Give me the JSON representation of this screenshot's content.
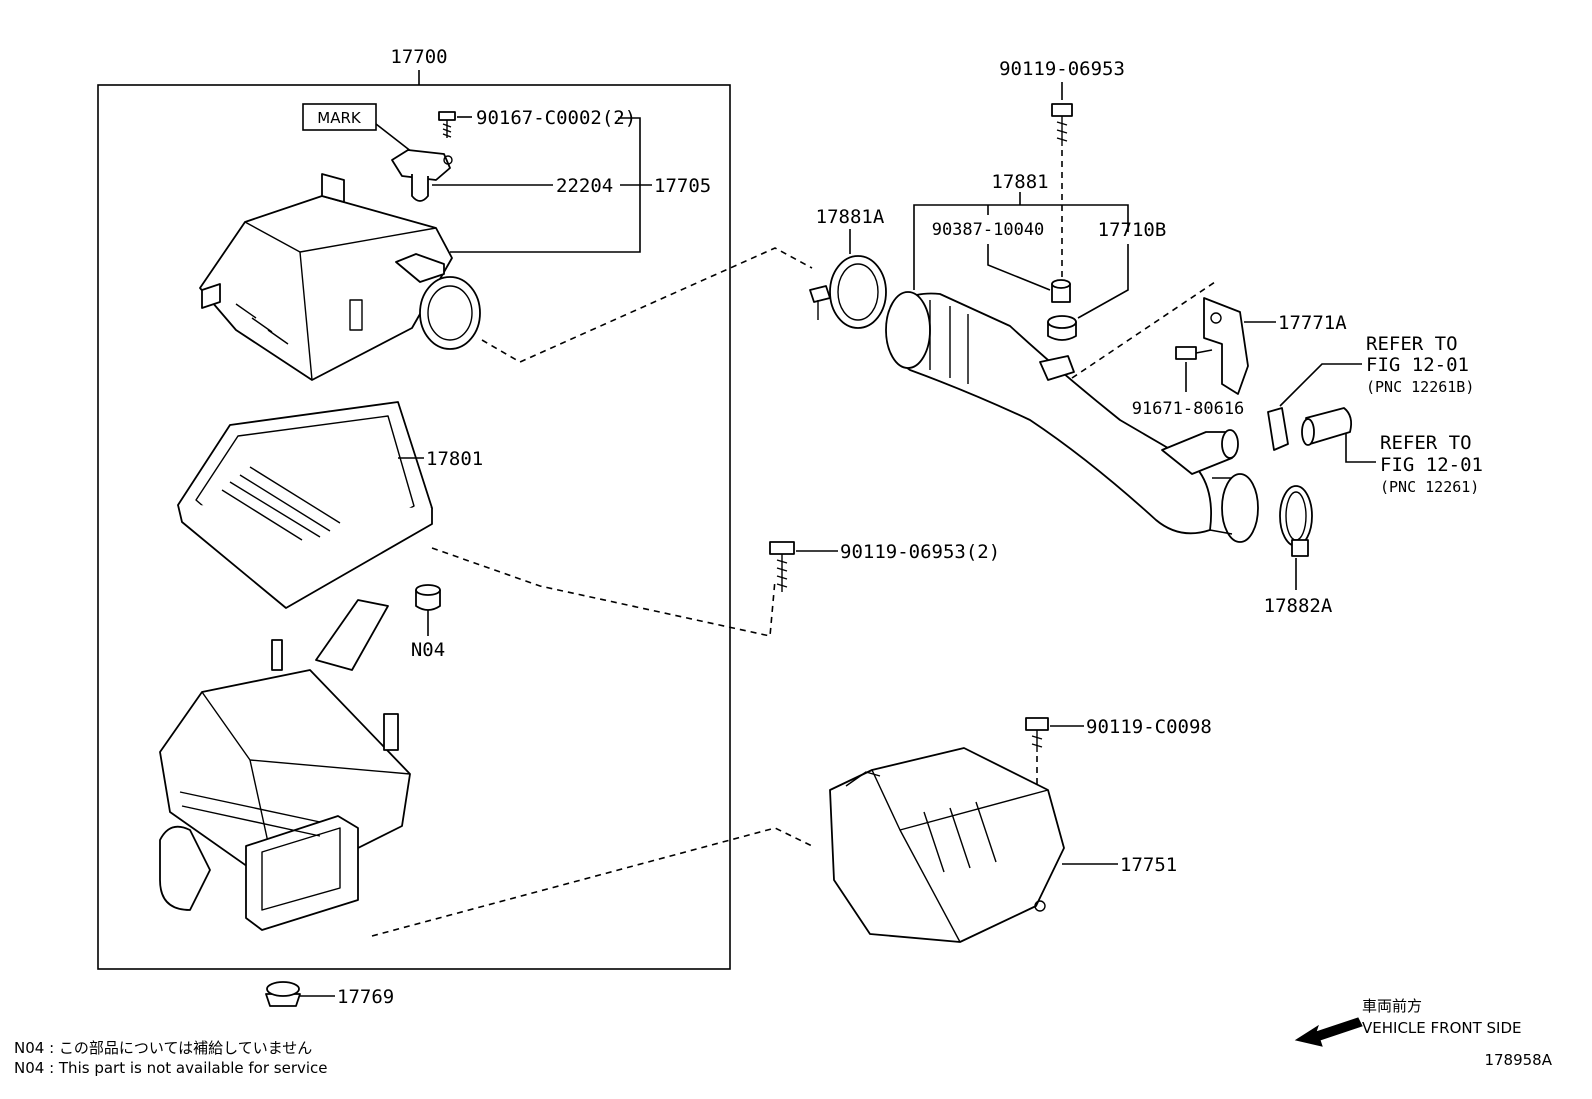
{
  "diagram_id": "178958A",
  "assembly_number": "17700",
  "mark_label": "MARK",
  "parts": {
    "p90167": "90167-C0002(2)",
    "p22204": "22204",
    "p17705": "17705",
    "p17801": "17801",
    "pN04": "N04",
    "p17769": "17769",
    "p90119_top": "90119-06953",
    "p17881": "17881",
    "p17881A": "17881A",
    "p90387": "90387-10040",
    "p17710B": "17710B",
    "p17771A": "17771A",
    "p91671": "91671-80616",
    "p17882A": "17882A",
    "p90119_mid": "90119-06953(2)",
    "p90119_c0098": "90119-C0098",
    "p17751": "17751"
  },
  "refs": {
    "ref1_line1": "REFER TO",
    "ref1_line2": "FIG 12-01",
    "ref1_line3": "(PNC 12261B)",
    "ref2_line1": "REFER TO",
    "ref2_line2": "FIG 12-01",
    "ref2_line3": "(PNC 12261)"
  },
  "direction": {
    "jp": "車両前方",
    "en": "VEHICLE FRONT SIDE"
  },
  "notes": {
    "n1": "N04 : この部品については補給していません",
    "n2": "N04 : This part is not available for service"
  }
}
